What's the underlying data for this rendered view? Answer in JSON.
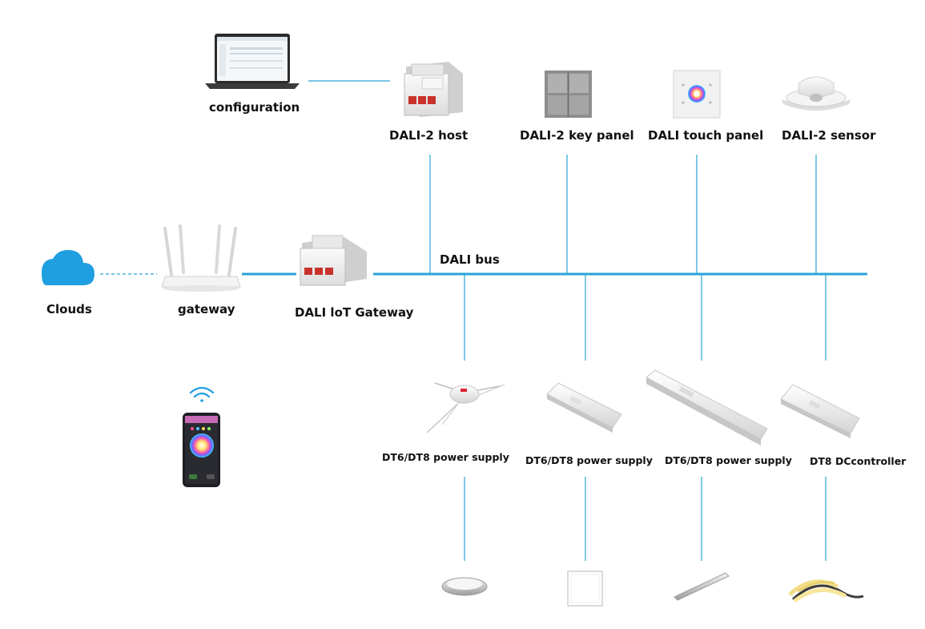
{
  "colors": {
    "bus_line": "#2aa3d6",
    "thin_line": "#3fa9d8",
    "cloud": "#1f9ee0",
    "label": "#111111"
  },
  "devices_top": {
    "configuration": "configuration",
    "host": "DALI-2 host",
    "key_panel": "DALI-2 key panel",
    "touch_panel": "DALI touch panel",
    "sensor": "DALI-2 sensor"
  },
  "bus": {
    "label": "DALI bus"
  },
  "left_chain": {
    "clouds": "Clouds",
    "gateway": "gateway",
    "iot_gateway": "DALI loT Gateway"
  },
  "power_supplies": [
    {
      "label": "DT6/DT8 power supply"
    },
    {
      "label": "DT6/DT8 power supply"
    },
    {
      "label": "DT6/DT8 power supply"
    },
    {
      "label": "DT8 DCcontroller"
    }
  ],
  "icons": {
    "laptop": "laptop-icon",
    "din_module": "din-rail-module-icon",
    "key_panel": "key-panel-icon",
    "touch_panel": "touch-panel-icon",
    "sensor": "ceiling-sensor-icon",
    "cloud": "cloud-icon",
    "router": "router-icon",
    "phone": "smartphone-app-icon",
    "wifi": "wifi-icon",
    "luminaires": [
      "downlight-icon",
      "panel-light-icon",
      "linear-light-icon",
      "led-strip-icon"
    ]
  }
}
